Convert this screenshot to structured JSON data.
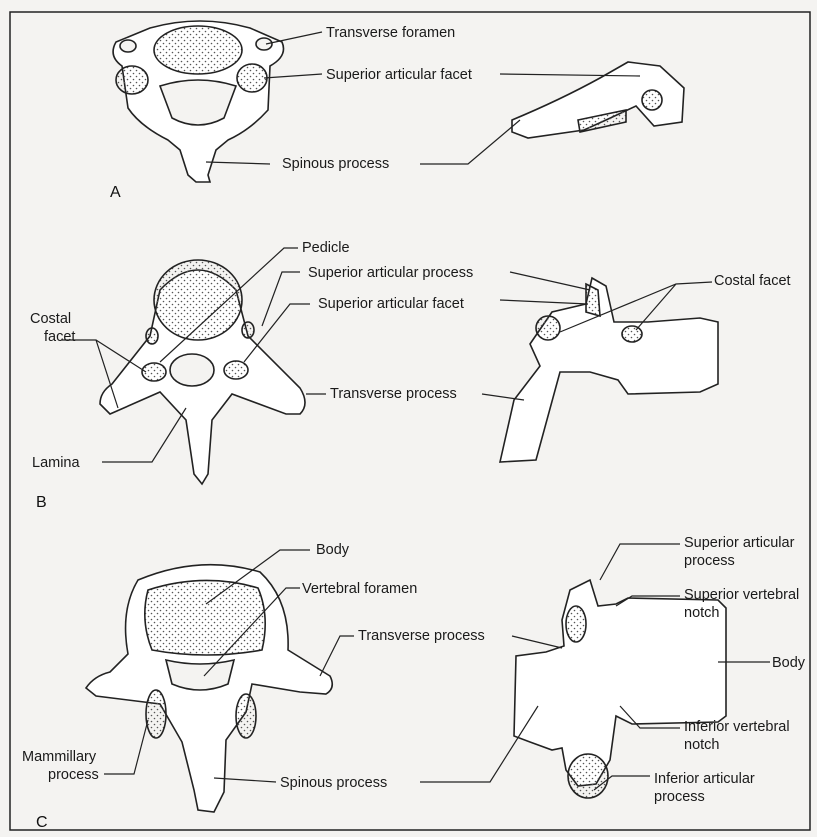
{
  "panels": {
    "a": "A",
    "b": "B",
    "c": "C"
  },
  "labels": {
    "a_transverse_foramen": "Transverse foramen",
    "a_superior_articular_facet": "Superior articular facet",
    "a_spinous_process": "Spinous process",
    "b_pedicle": "Pedicle",
    "b_superior_articular_process": "Superior articular process",
    "b_superior_articular_facet": "Superior articular facet",
    "b_costal_facet_right": "Costal facet",
    "b_costal_facet_left_1": "Costal",
    "b_costal_facet_left_2": "facet",
    "b_transverse_process": "Transverse process",
    "b_lamina": "Lamina",
    "c_body": "Body",
    "c_vertebral_foramen": "Vertebral foramen",
    "c_transverse_process": "Transverse process",
    "c_mammillary_1": "Mammillary",
    "c_mammillary_2": "process",
    "c_spinous_process": "Spinous process",
    "c_sup_articular_1": "Superior articular",
    "c_sup_articular_2": "process",
    "c_sup_vert_notch_1": "Superior vertebral",
    "c_sup_vert_notch_2": "notch",
    "c_body_lateral": "Body",
    "c_inf_vert_notch_1": "Inferior vertebral",
    "c_inf_vert_notch_2": "notch",
    "c_inf_articular_1": "Inferior articular",
    "c_inf_articular_2": "process"
  }
}
